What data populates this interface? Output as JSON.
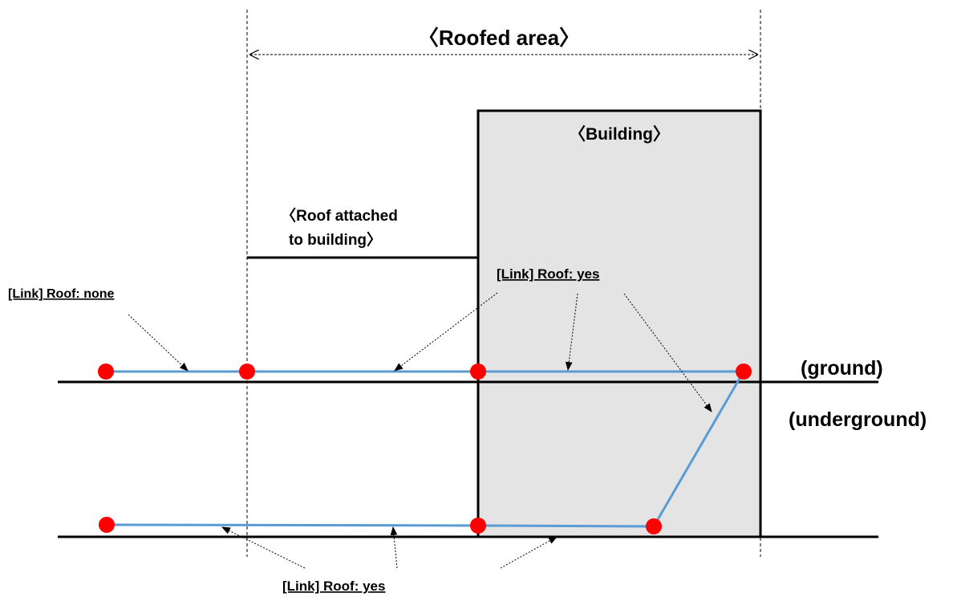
{
  "labels": {
    "roofed_area": "〈Roofed area〉",
    "building": "〈Building〉",
    "roof_attached_line1": "〈Roof attached",
    "roof_attached_line2": "to building〉",
    "link_roof_none": "[Link] Roof:  none",
    "link_roof_yes_top": "[Link] Roof:  yes",
    "link_roof_yes_bottom": "[Link] Roof:  yes",
    "ground": "(ground)",
    "underground": "(underground)"
  },
  "colors": {
    "node": "#ff0000",
    "link": "#5b9bd5",
    "building_fill": "#e4e4e4",
    "line": "#000000"
  }
}
